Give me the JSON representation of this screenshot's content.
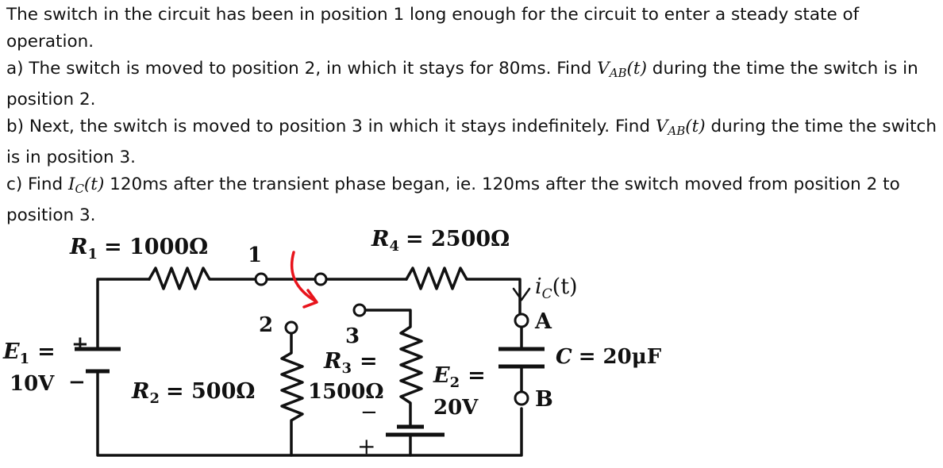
{
  "problem": {
    "intro": "The switch in the circuit has been in position 1 long enough for the circuit to enter a steady state of operation.",
    "part_a": {
      "prefix": "a) The switch is moved to position 2, in which it stays for 80ms. Find ",
      "symbol": "V",
      "subscript": "AB",
      "arg": "(t)",
      "suffix": " during the time the switch is in position 2."
    },
    "part_b": {
      "prefix": "b) Next, the switch is moved to position 3 in which it stays indefinitely. Find ",
      "symbol": "V",
      "subscript": "AB",
      "arg": "(t)",
      "suffix": " during the time the switch is in position 3."
    },
    "part_c": {
      "prefix": "c) Find ",
      "symbol": "I",
      "subscript": "C",
      "arg": "(t)",
      "suffix": " 120ms after the transient phase began, ie. 120ms after the switch moved from position 2 to position 3."
    }
  },
  "circuit": {
    "r1": {
      "sym": "R",
      "sub": "1",
      "value": "= 1000Ω"
    },
    "r2": {
      "sym": "R",
      "sub": "2",
      "value": "= 500Ω"
    },
    "r3": {
      "sym": "R",
      "sub": "3",
      "eq": "=",
      "value": "1500Ω"
    },
    "r4": {
      "sym": "R",
      "sub": "4",
      "value": "= 2500Ω"
    },
    "e1": {
      "sym": "E",
      "sub": "1",
      "eq": "=",
      "value": "10V",
      "plus": "+",
      "minus": "−"
    },
    "e2": {
      "sym": "E",
      "sub": "2",
      "eq": "=",
      "value": "20V",
      "plus": "+",
      "minus": "−"
    },
    "cap": {
      "sym": "C",
      "value": "= 20μF"
    },
    "current": {
      "sym": "i",
      "sub": "C",
      "arg": "(t)"
    },
    "node_a": "A",
    "node_b": "B",
    "pos1": "1",
    "pos2": "2",
    "pos3": "3",
    "colors": {
      "wire": "#111111",
      "switch_arrow": "#e8141c"
    }
  }
}
